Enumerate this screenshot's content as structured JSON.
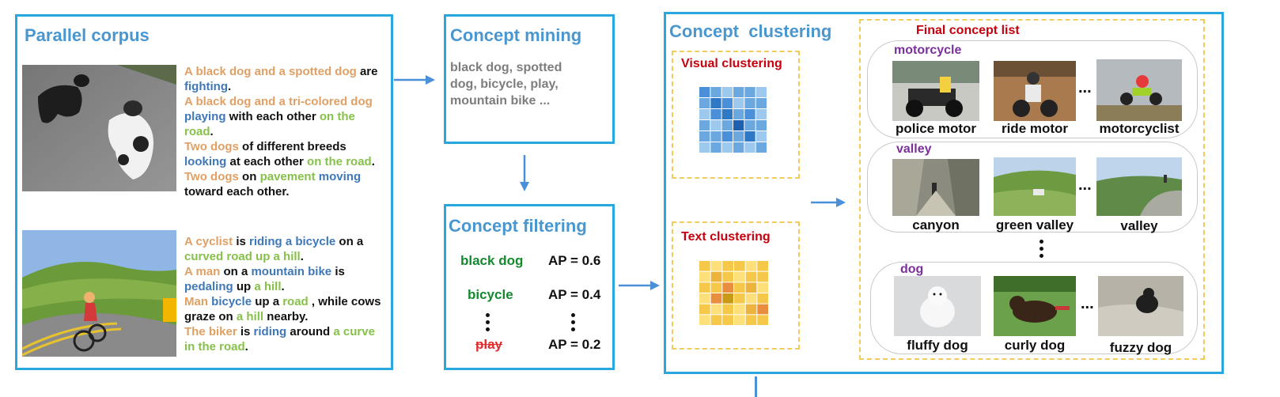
{
  "parallel_corpus": {
    "title": "Parallel corpus",
    "caption1": [
      [
        [
          "A black dog and a spotted dog",
          "o"
        ],
        [
          " are ",
          "k"
        ]
      ],
      [
        [
          "fighting",
          "b"
        ],
        [
          ".",
          "k"
        ]
      ],
      [
        [
          "A black dog and a tri-colored dog",
          "o"
        ]
      ],
      [
        [
          "playing",
          "b"
        ],
        [
          " with each other ",
          "k"
        ],
        [
          "on the",
          "g"
        ]
      ],
      [
        [
          "road",
          "g"
        ],
        [
          ".",
          "k"
        ]
      ],
      [
        [
          "Two dogs",
          "o"
        ],
        [
          " of different breeds",
          "k"
        ]
      ],
      [
        [
          "looking",
          "b"
        ],
        [
          " at each other ",
          "k"
        ],
        [
          "on the road",
          "g"
        ],
        [
          ".",
          "k"
        ]
      ],
      [
        [
          "Two dogs",
          "o"
        ],
        [
          " on ",
          "k"
        ],
        [
          "pavement",
          "g"
        ],
        [
          " ",
          "k"
        ],
        [
          "moving",
          "b"
        ]
      ],
      [
        [
          "toward each other.",
          "k"
        ]
      ]
    ],
    "caption2": [
      [
        [
          "A cyclist",
          "o"
        ],
        [
          " is ",
          "k"
        ],
        [
          "riding a bicycle",
          "b"
        ],
        [
          " on a",
          "k"
        ]
      ],
      [
        [
          "curved road up a hill",
          "g"
        ],
        [
          ".",
          "k"
        ]
      ],
      [
        [
          "A man",
          "o"
        ],
        [
          " on a ",
          "k"
        ],
        [
          "mountain bike",
          "b"
        ],
        [
          " is",
          "k"
        ]
      ],
      [
        [
          "pedaling",
          "b"
        ],
        [
          " up ",
          "k"
        ],
        [
          "a hill",
          "g"
        ],
        [
          ".",
          "k"
        ]
      ],
      [
        [
          "Man",
          "o"
        ],
        [
          " ",
          "k"
        ],
        [
          "bicycle",
          "b"
        ],
        [
          " up a ",
          "k"
        ],
        [
          "road",
          "g"
        ],
        [
          " , while cows",
          "k"
        ]
      ],
      [
        [
          "graze on ",
          "k"
        ],
        [
          "a hill",
          "g"
        ],
        [
          " nearby.",
          "k"
        ]
      ],
      [
        [
          "The biker",
          "o"
        ],
        [
          " is ",
          "k"
        ],
        [
          "riding",
          "b"
        ],
        [
          " around ",
          "k"
        ],
        [
          "a curve",
          "g"
        ]
      ],
      [
        [
          "in the road",
          "g"
        ],
        [
          ".",
          "k"
        ]
      ]
    ]
  },
  "concept_mining": {
    "title": "Concept mining",
    "text_lines": [
      "black dog, spotted",
      "dog, bicycle, play,",
      "mountain bike ..."
    ]
  },
  "concept_filtering": {
    "title": "Concept filtering",
    "rows": [
      {
        "concept": "black dog",
        "ap": "AP = 0.6",
        "status": "kept"
      },
      {
        "concept": "bicycle",
        "ap": "AP = 0.4",
        "status": "kept"
      },
      {
        "concept": "play",
        "ap": "AP = 0.2",
        "status": "removed"
      }
    ]
  },
  "concept_clustering": {
    "title": "Concept  clustering",
    "visual_title": "Visual clustering",
    "text_title": "Text clustering",
    "visual_matrix": [
      [
        2,
        1,
        0,
        1,
        1,
        0
      ],
      [
        1,
        3,
        2,
        0,
        1,
        1
      ],
      [
        0,
        2,
        3,
        1,
        2,
        0
      ],
      [
        1,
        0,
        1,
        4,
        1,
        1
      ],
      [
        1,
        1,
        2,
        1,
        3,
        0
      ],
      [
        0,
        1,
        0,
        1,
        0,
        1
      ]
    ],
    "text_matrix": [
      [
        1,
        0,
        1,
        1,
        0,
        1
      ],
      [
        0,
        2,
        1,
        0,
        1,
        1
      ],
      [
        1,
        1,
        3,
        1,
        2,
        0
      ],
      [
        0,
        3,
        4,
        1,
        0,
        1
      ],
      [
        1,
        0,
        1,
        0,
        2,
        3
      ],
      [
        0,
        1,
        1,
        0,
        1,
        1
      ]
    ],
    "colors": {
      "visual": [
        "#9ec9ee",
        "#6aa8df",
        "#4a90d8",
        "#2f78c6",
        "#1f5fb0"
      ],
      "text": [
        "#fde079",
        "#f6c84a",
        "#ecb43c",
        "#e98d3e",
        "#c99a16"
      ]
    }
  },
  "final_list": {
    "title": "Final concept list",
    "groups": [
      {
        "name": "motorcycle",
        "labels": [
          "police motor",
          "ride motor",
          "motorcyclist"
        ]
      },
      {
        "name": "valley",
        "labels": [
          "canyon",
          "green valley",
          "valley"
        ]
      },
      {
        "name": "dog",
        "labels": [
          "fluffy dog",
          "curly dog",
          "fuzzy dog"
        ]
      }
    ]
  },
  "ellipsis": "..."
}
